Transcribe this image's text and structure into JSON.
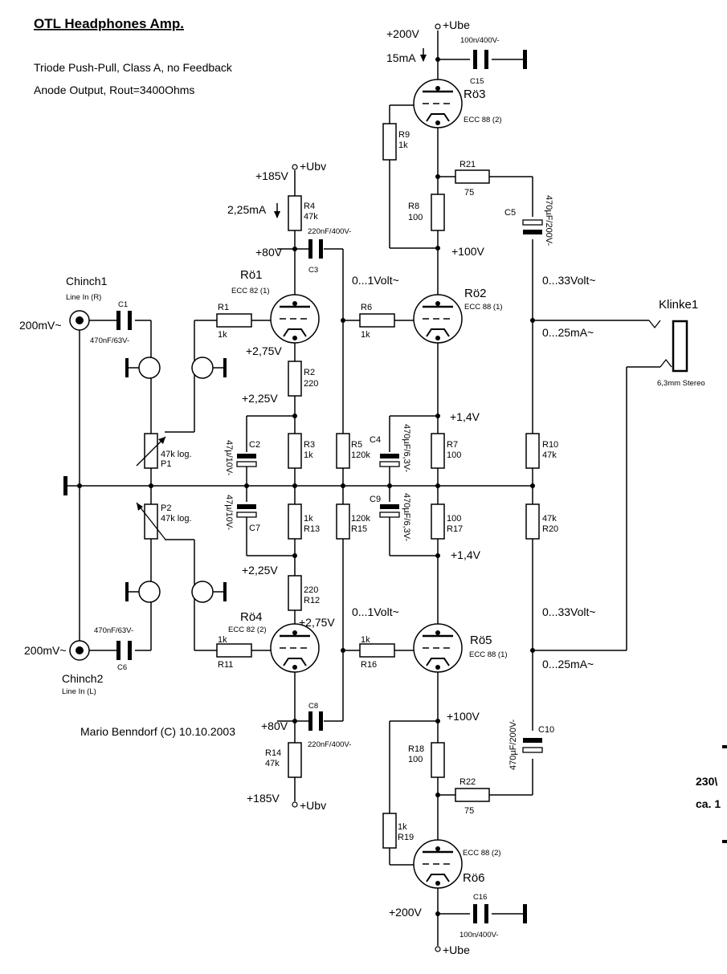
{
  "title": "OTL Headphones Amp.",
  "subtitle1": "Triode Push-Pull, Class A, no Feedback",
  "subtitle2": "Anode Output, Rout=3400Ohms",
  "author": "Mario Benndorf (C) 10.10.2003",
  "edge_text": {
    "line1": "230\\",
    "line2": "ca. 1"
  },
  "labels": {
    "ube_top": "+Ube",
    "v200_top": "+200V",
    "ma15": "15mA",
    "c15": "C15",
    "c15_val": "100n/400V-",
    "ro3": "Rö3",
    "ecc88_2_top": "ECC 88 (2)",
    "r9": "R9",
    "r9_val": "1k",
    "r21": "R21",
    "r21_val": "75",
    "c5": "C5",
    "c5_val": "470µF/200V-",
    "r8": "R8",
    "r8_val": "100",
    "v100_top": "+100V",
    "ubv_top": "+Ubv",
    "v185_top": "+185V",
    "ma225": "2,25mA",
    "r4": "R4",
    "r4_val": "47k",
    "c3_val": "220nF/400V-",
    "c3": "C3",
    "v80_top": "+80V",
    "ro1": "Rö1",
    "ecc82_1": "ECC 82 (1)",
    "r1": "R1",
    "r1_val": "1k",
    "v275_top": "+2,75V",
    "r2": "R2",
    "r2_val": "220",
    "v225_top": "+2,25V",
    "volt1_top": "0...1Volt~",
    "r6": "R6",
    "r6_val": "1k",
    "ro2": "Rö2",
    "ecc88_1_top": "ECC 88 (1)",
    "volt33_top": "0...33Volt~",
    "ma25_top": "0...25mA~",
    "klinke1": "Klinke1",
    "stereo": "6,3mm Stereo",
    "chinch1": "Chinch1",
    "line_r": "Line In (R)",
    "mv200_top": "200mV~",
    "c1": "C1",
    "c1_val": "470nF/63V-",
    "p1_val": "47k log.",
    "p1": "P1",
    "c2": "C2",
    "c2_val": "47µ/10V-",
    "r3": "R3",
    "r3_val": "1k",
    "r5": "R5",
    "r5_val": "120k",
    "c4": "C4",
    "c4_val": "470µF/6,3V-",
    "v14_top": "+1,4V",
    "r7": "R7",
    "r7_val": "100",
    "r10": "R10",
    "r10_val": "47k",
    "p2": "P2",
    "p2_val": "47k log.",
    "c7_val": "47µ/10V-",
    "c7": "C7",
    "r13_val": "1k",
    "r13": "R13",
    "r15_val": "120k",
    "r15": "R15",
    "c9": "C9",
    "c9_val": "470µF/6,3V-",
    "r17_val": "100",
    "r17": "R17",
    "r20_val": "47k",
    "r20": "R20",
    "v14_bot": "+1,4V",
    "v225_bot": "+2,25V",
    "r12_val": "220",
    "r12": "R12",
    "v275_bot": "+2,75V",
    "ro4": "Rö4",
    "ecc82_2": "ECC 82 (2)",
    "r11_val": "1k",
    "r11": "R11",
    "volt1_bot": "0...1Volt~",
    "r16_val": "1k",
    "r16": "R16",
    "ro5": "Rö5",
    "ecc88_1_bot": "ECC 88 (1)",
    "volt33_bot": "0...33Volt~",
    "ma25_bot": "0...25mA~",
    "c6_val": "470nF/63V-",
    "mv200_bot": "200mV~",
    "c6": "C6",
    "chinch2": "Chinch2",
    "line_l": "Line In (L)",
    "c8": "C8",
    "v80_bot": "+80V",
    "c8_val": "220nF/400V-",
    "v100_bot": "+100V",
    "c10": "C10",
    "c10_val": "470µF/200V-",
    "r14": "R14",
    "r14_val": "47k",
    "r18": "R18",
    "r18_val": "100",
    "r22": "R22",
    "r22_val": "75",
    "v185_bot": "+185V",
    "ubv_bot": "+Ubv",
    "r19_val": "1k",
    "r19": "R19",
    "ecc88_2_bot": "ECC 88 (2)",
    "ro6": "Rö6",
    "v200_bot": "+200V",
    "c16": "C16",
    "c16_val": "100n/400V-",
    "ube_bot": "+Ube"
  }
}
